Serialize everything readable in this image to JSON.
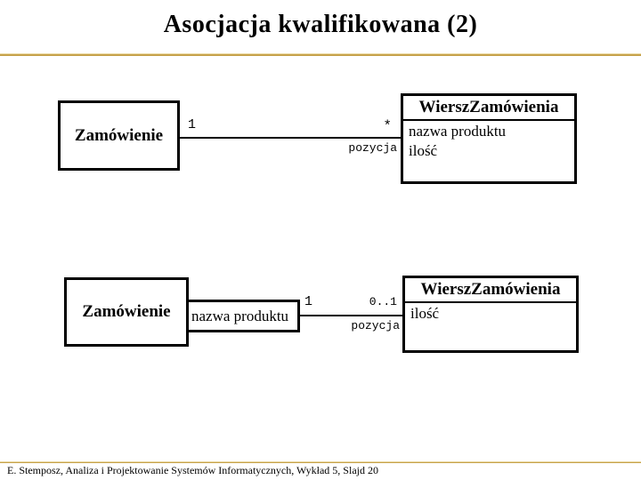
{
  "slide": {
    "title": "Asocjacja kwalifikowana (2)",
    "footer": "E. Stemposz, Analiza i Projektowanie Systemów Informatycznych, Wykład 5, Slajd 20"
  },
  "colors": {
    "background": "#FFFFFF",
    "text": "#000000",
    "accent_gold_rule": "#C6A24B",
    "box_border": "#000000"
  },
  "diagrams": {
    "top": {
      "left_class": {
        "name": "Zamówienie"
      },
      "association": {
        "near_multiplicity": "1",
        "far_multiplicity": "*",
        "role": "pozycja"
      },
      "right_class": {
        "name": "WierszZamówienia",
        "attributes": [
          "nazwa produktu",
          "ilość"
        ]
      }
    },
    "bottom": {
      "left_class": {
        "name": "Zamówienie"
      },
      "qualifier": {
        "label": "nazwa produktu"
      },
      "association": {
        "near_multiplicity": "1",
        "far_multiplicity": "0..1",
        "role": "pozycja"
      },
      "right_class": {
        "name": "WierszZamówienia",
        "attributes": [
          "ilość"
        ]
      }
    }
  }
}
